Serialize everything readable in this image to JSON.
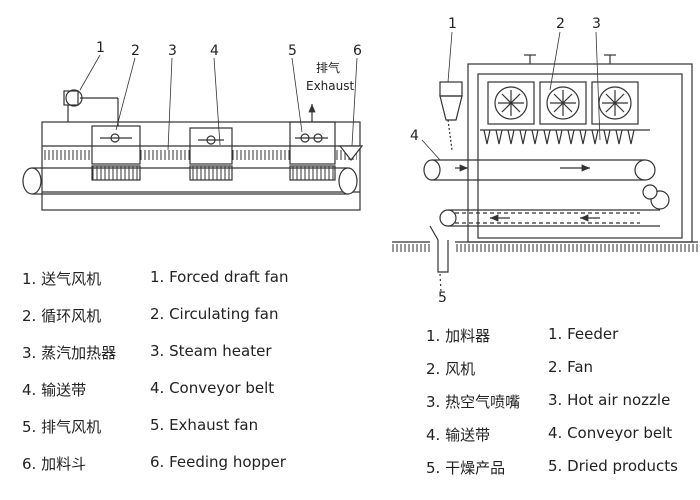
{
  "left_diagram": {
    "callouts": [
      "1",
      "2",
      "3",
      "4",
      "5",
      "6"
    ],
    "exhaust_cn": "排气",
    "exhaust_en": "Exhaust"
  },
  "right_diagram": {
    "callouts": [
      "1",
      "2",
      "3",
      "4",
      "5"
    ]
  },
  "left_legend": {
    "cn": [
      "1. 送气风机",
      "2. 循环风机",
      "3. 蒸汽加热器",
      "4. 输送带",
      "5. 排气风机",
      "6. 加料斗"
    ],
    "en": [
      "1. Forced draft fan",
      "2. Circulating fan",
      "3. Steam heater",
      "4. Conveyor belt",
      "5. Exhaust fan",
      "6. Feeding hopper"
    ]
  },
  "right_legend": {
    "cn": [
      "1. 加料器",
      "2. 风机",
      "3. 热空气喷嘴",
      "4. 输送带",
      "5. 干燥产品"
    ],
    "en": [
      "1. Feeder",
      "2. Fan",
      "3. Hot air nozzle",
      "4. Conveyor belt",
      "5. Dried products"
    ]
  }
}
